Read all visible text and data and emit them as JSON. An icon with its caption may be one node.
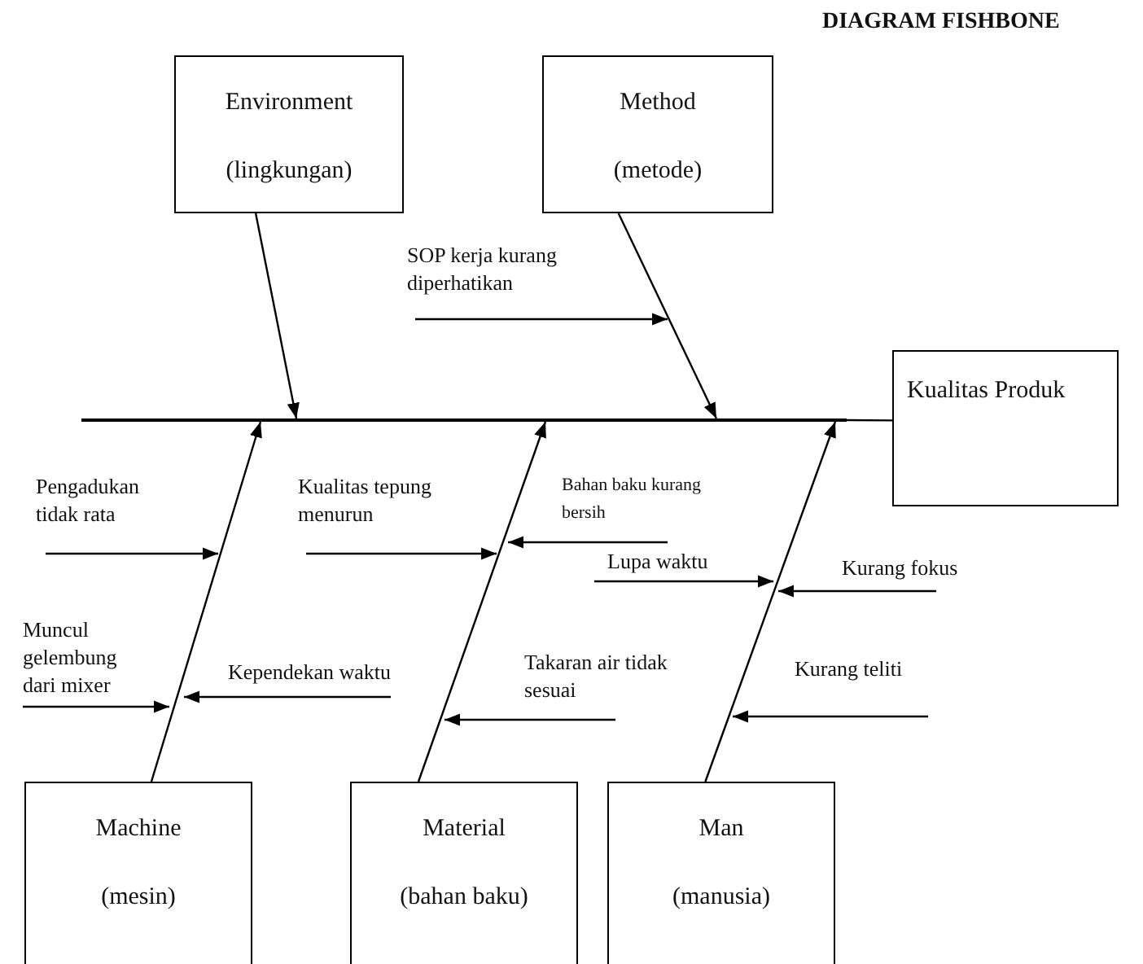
{
  "diagram": {
    "title": "DIAGRAM FISHBONE",
    "nodes": [
      {
        "text": [
          "Environment",
          "(lingkungan)"
        ]
      },
      {
        "text": [
          "Method",
          "(metode)"
        ]
      },
      {
        "text": [
          "Kualitas Produk"
        ]
      },
      {
        "text": [
          "Machine",
          "(mesin)"
        ]
      },
      {
        "text": [
          "Material",
          "(bahan baku)"
        ]
      },
      {
        "text": [
          "Man",
          "(manusia)"
        ]
      },
      {
        "text": [
          "SOP kerja kurang diperhatikan"
        ]
      },
      {
        "text": [
          "Pengadukan tidak rata"
        ]
      },
      {
        "text": [
          "Muncul gelembung dari mixer"
        ]
      },
      {
        "text": [
          "Kependekan waktu"
        ]
      },
      {
        "text": [
          "Kualitas tepung menurun"
        ]
      },
      {
        "text": [
          "Bahan baku kurang bersih"
        ]
      },
      {
        "text": [
          "Lupa waktu"
        ]
      },
      {
        "text": [
          "Takaran air tidak sesuai"
        ]
      },
      {
        "text": [
          "Kurang fokus"
        ]
      },
      {
        "text": [
          "Kurang teliti"
        ]
      },
      {
        "text": [],
        "shape": "line"
      }
    ],
    "edges": [
      {
        "from": 0,
        "to": 16,
        "arrow": "to"
      },
      {
        "from": 1,
        "to": 16,
        "arrow": "to"
      },
      {
        "from": 3,
        "to": 16,
        "arrow": "to"
      },
      {
        "from": 4,
        "to": 16,
        "arrow": "to"
      },
      {
        "from": 5,
        "to": 16,
        "arrow": "to"
      },
      {
        "from": 16,
        "to": 2,
        "arrow": "none"
      },
      {
        "from": 6,
        "to": null,
        "arrow": "to"
      },
      {
        "from": 7,
        "to": null,
        "arrow": "to"
      },
      {
        "from": 8,
        "to": null,
        "arrow": "to"
      },
      {
        "from": 9,
        "to": null,
        "arrow": "to"
      },
      {
        "from": 10,
        "to": null,
        "arrow": "to"
      },
      {
        "from": 11,
        "to": null,
        "arrow": "to"
      },
      {
        "from": 12,
        "to": null,
        "arrow": "to"
      },
      {
        "from": 13,
        "to": null,
        "arrow": "to"
      },
      {
        "from": 14,
        "to": null,
        "arrow": "to"
      },
      {
        "from": 15,
        "to": null,
        "arrow": "to"
      }
    ]
  }
}
